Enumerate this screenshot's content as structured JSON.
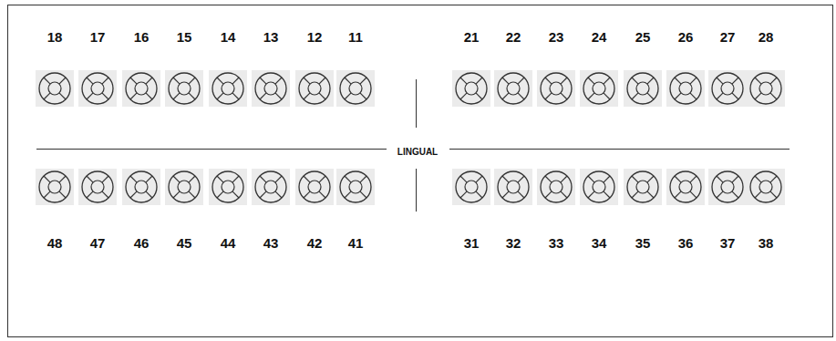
{
  "diagram": {
    "labels": [
      "18",
      "17",
      "16",
      "15",
      "14",
      "13",
      "12",
      "11",
      "21",
      "22",
      "23",
      "24",
      "25",
      "26",
      "27",
      "28",
      "LINGUAL",
      "48",
      "47",
      "46",
      "45",
      "44",
      "43",
      "42",
      "41",
      "31",
      "32",
      "33",
      "34",
      "35",
      "36",
      "37",
      "38"
    ]
  }
}
